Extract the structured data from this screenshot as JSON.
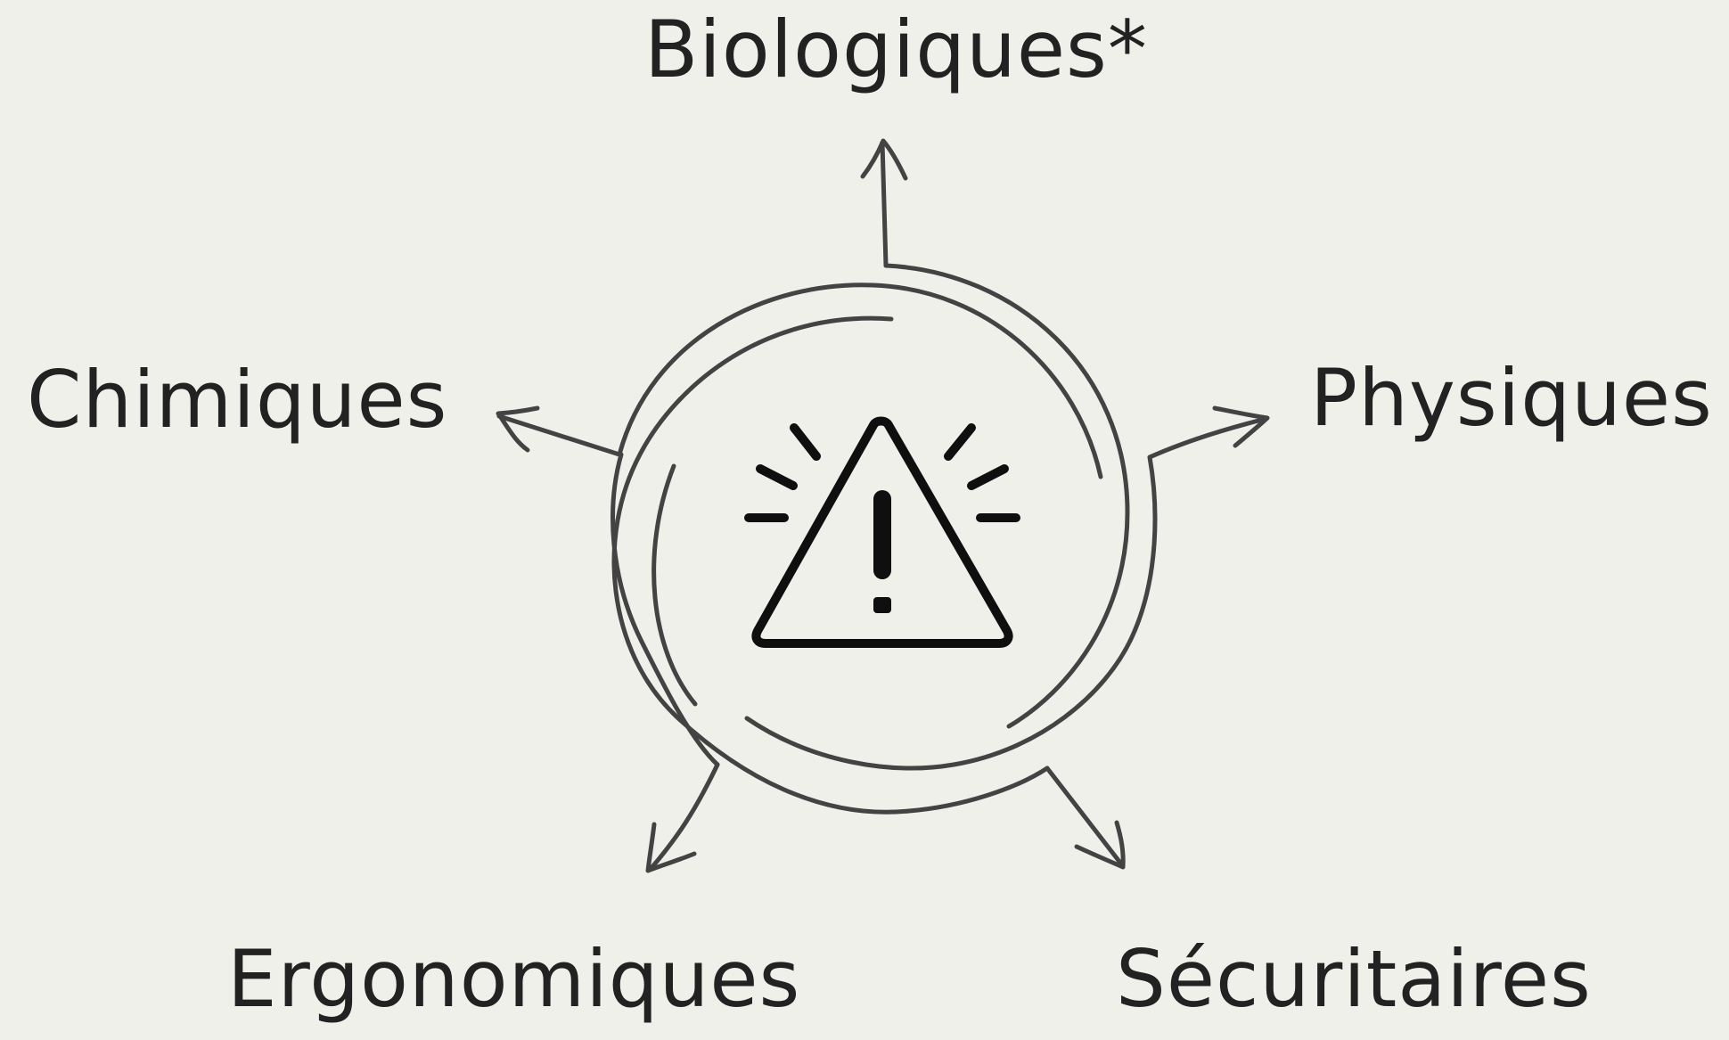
{
  "categories": {
    "biologiques": "Biologiques*",
    "chimiques": "Chimiques",
    "physiques": "Physiques",
    "ergonomiques": "Ergonomiques",
    "securitaires": "Sécuritaires"
  },
  "center_icon": "warning-triangle-icon",
  "colors": {
    "background": "#f0f0eb",
    "stroke": "#434343",
    "icon": "#0f0f0f",
    "text": "#222222"
  }
}
